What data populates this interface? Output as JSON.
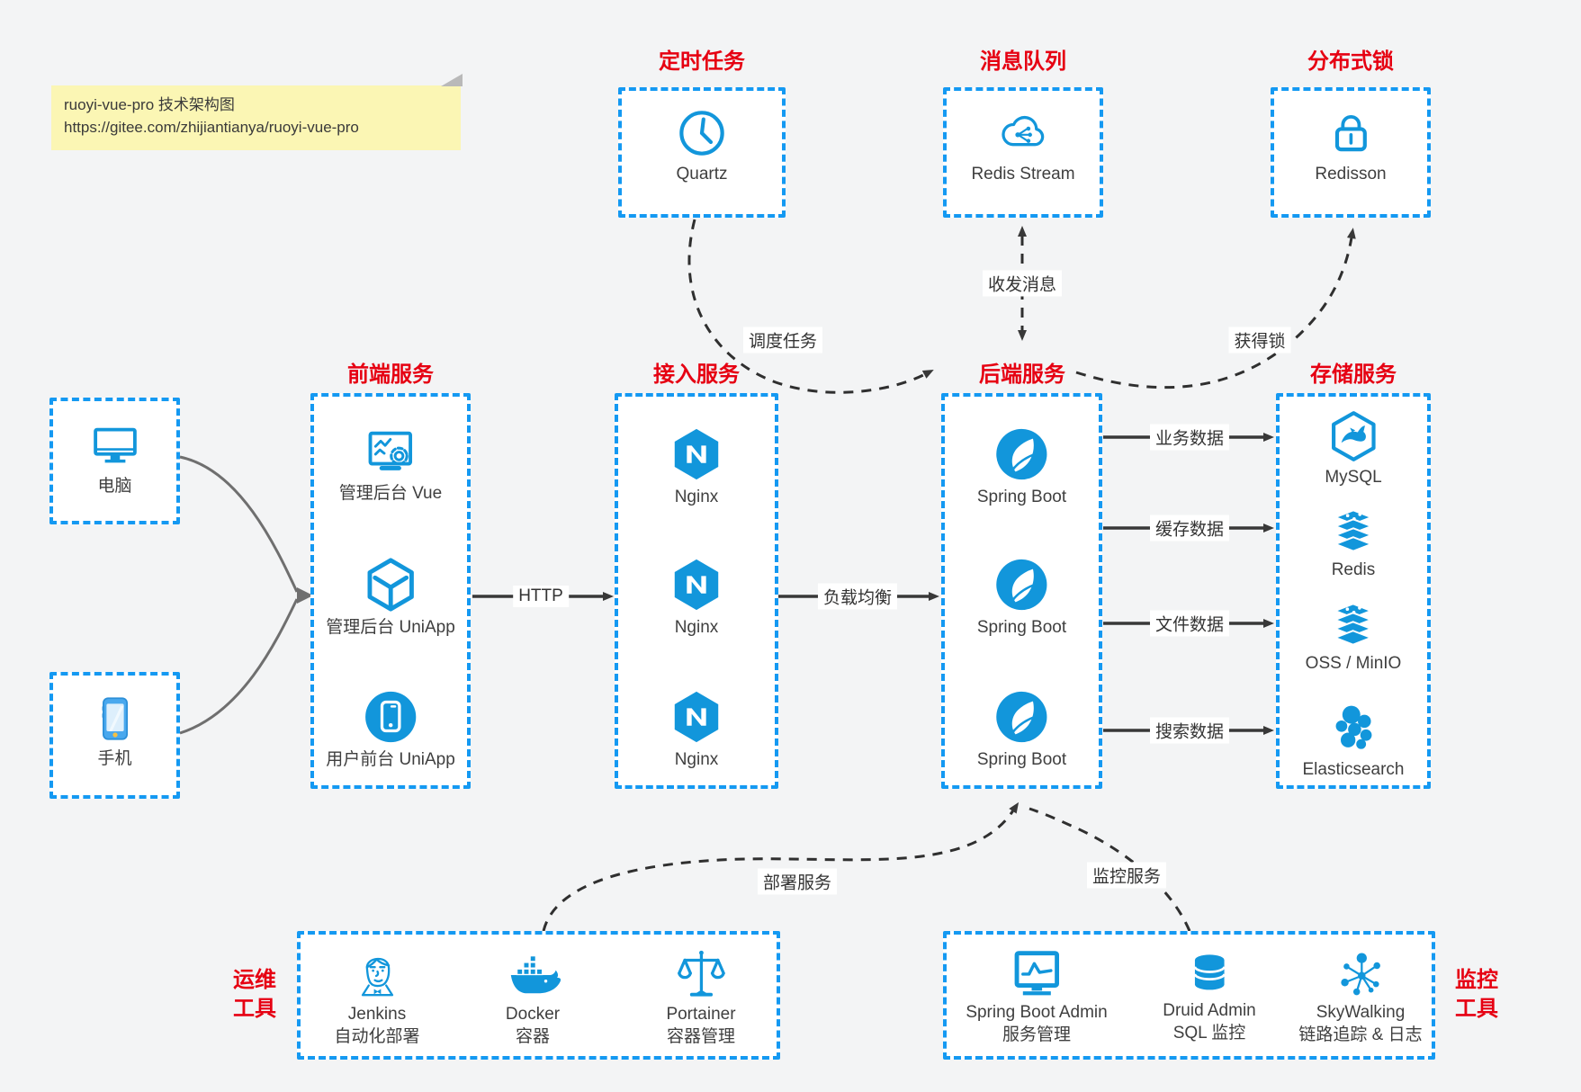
{
  "note": {
    "line1": "ruoyi-vue-pro 技术架构图",
    "line2": "https://gitee.com/zhijiantianya/ruoyi-vue-pro"
  },
  "colors": {
    "icon_blue": "#1296db",
    "border_blue": "#1499f2",
    "title_red": "#e60012",
    "arrow_dark": "#383838",
    "arrow_gray": "#6f6f6f",
    "note_yellow": "#fbf6b4",
    "page_bg": "#f3f4f5"
  },
  "groups": {
    "scheduler": {
      "title": "定时任务",
      "item": "Quartz"
    },
    "mq": {
      "title": "消息队列",
      "item": "Redis Stream"
    },
    "lock": {
      "title": "分布式锁",
      "item": "Redisson"
    },
    "clients": {
      "computer": "电脑",
      "phone": "手机"
    },
    "frontend": {
      "title": "前端服务",
      "items": [
        "管理后台 Vue",
        "管理后台 UniApp",
        "用户前台 UniApp"
      ]
    },
    "access": {
      "title": "接入服务",
      "items": [
        "Nginx",
        "Nginx",
        "Nginx"
      ]
    },
    "backend": {
      "title": "后端服务",
      "items": [
        "Spring Boot",
        "Spring Boot",
        "Spring Boot"
      ]
    },
    "storage": {
      "title": "存储服务",
      "items": [
        "MySQL",
        "Redis",
        "OSS / MinIO",
        "Elasticsearch"
      ]
    },
    "ops": {
      "title_line1": "运维",
      "title_line2": "工具",
      "items": [
        {
          "name": "Jenkins",
          "desc": "自动化部署"
        },
        {
          "name": "Docker",
          "desc": "容器"
        },
        {
          "name": "Portainer",
          "desc": "容器管理"
        }
      ]
    },
    "monitor": {
      "title_line1": "监控",
      "title_line2": "工具",
      "items": [
        {
          "name": "Spring Boot Admin",
          "desc": "服务管理"
        },
        {
          "name": "Druid Admin",
          "desc": "SQL 监控"
        },
        {
          "name": "SkyWalking",
          "desc": "链路追踪 & 日志"
        }
      ]
    }
  },
  "edges": {
    "http": "HTTP",
    "load_balance": "负载均衡",
    "schedule": "调度任务",
    "message": "收发消息",
    "acquire_lock": "获得锁",
    "biz_data": "业务数据",
    "cache_data": "缓存数据",
    "file_data": "文件数据",
    "search_data": "搜索数据",
    "deploy": "部署服务",
    "monitor_svc": "监控服务"
  }
}
